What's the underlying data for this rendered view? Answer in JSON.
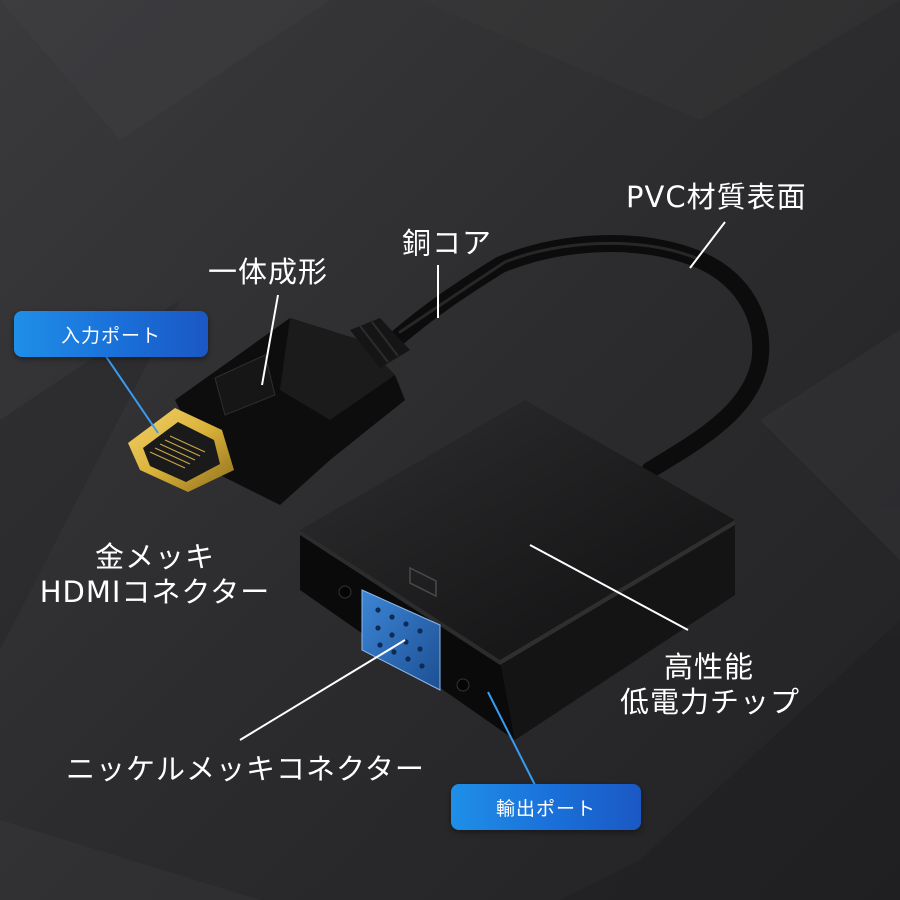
{
  "labels": {
    "pvc_surface": "PVC材質表面",
    "copper_core": "銅コア",
    "integrated_molding": "一体成形",
    "gold_plated_line1": "金メッキ",
    "gold_plated_line2": "HDMIコネクター",
    "high_performance_line1": "高性能",
    "high_performance_line2": "低電力チップ",
    "nickel_connector": "ニッケルメッキコネクター"
  },
  "badges": {
    "input_port": "入力ポート",
    "output_port": "輸出ポート"
  },
  "colors": {
    "background": "#2b2b2d",
    "badge_blue": "#1f7fe0",
    "leader_blue": "#3a9cf0",
    "leader_white": "#ffffff",
    "vga_blue": "#2b6fc4",
    "hdmi_gold": "#d9b23a"
  },
  "objects": [
    "hdmi-plug",
    "cable",
    "vga-adapter-box",
    "vga-port"
  ]
}
